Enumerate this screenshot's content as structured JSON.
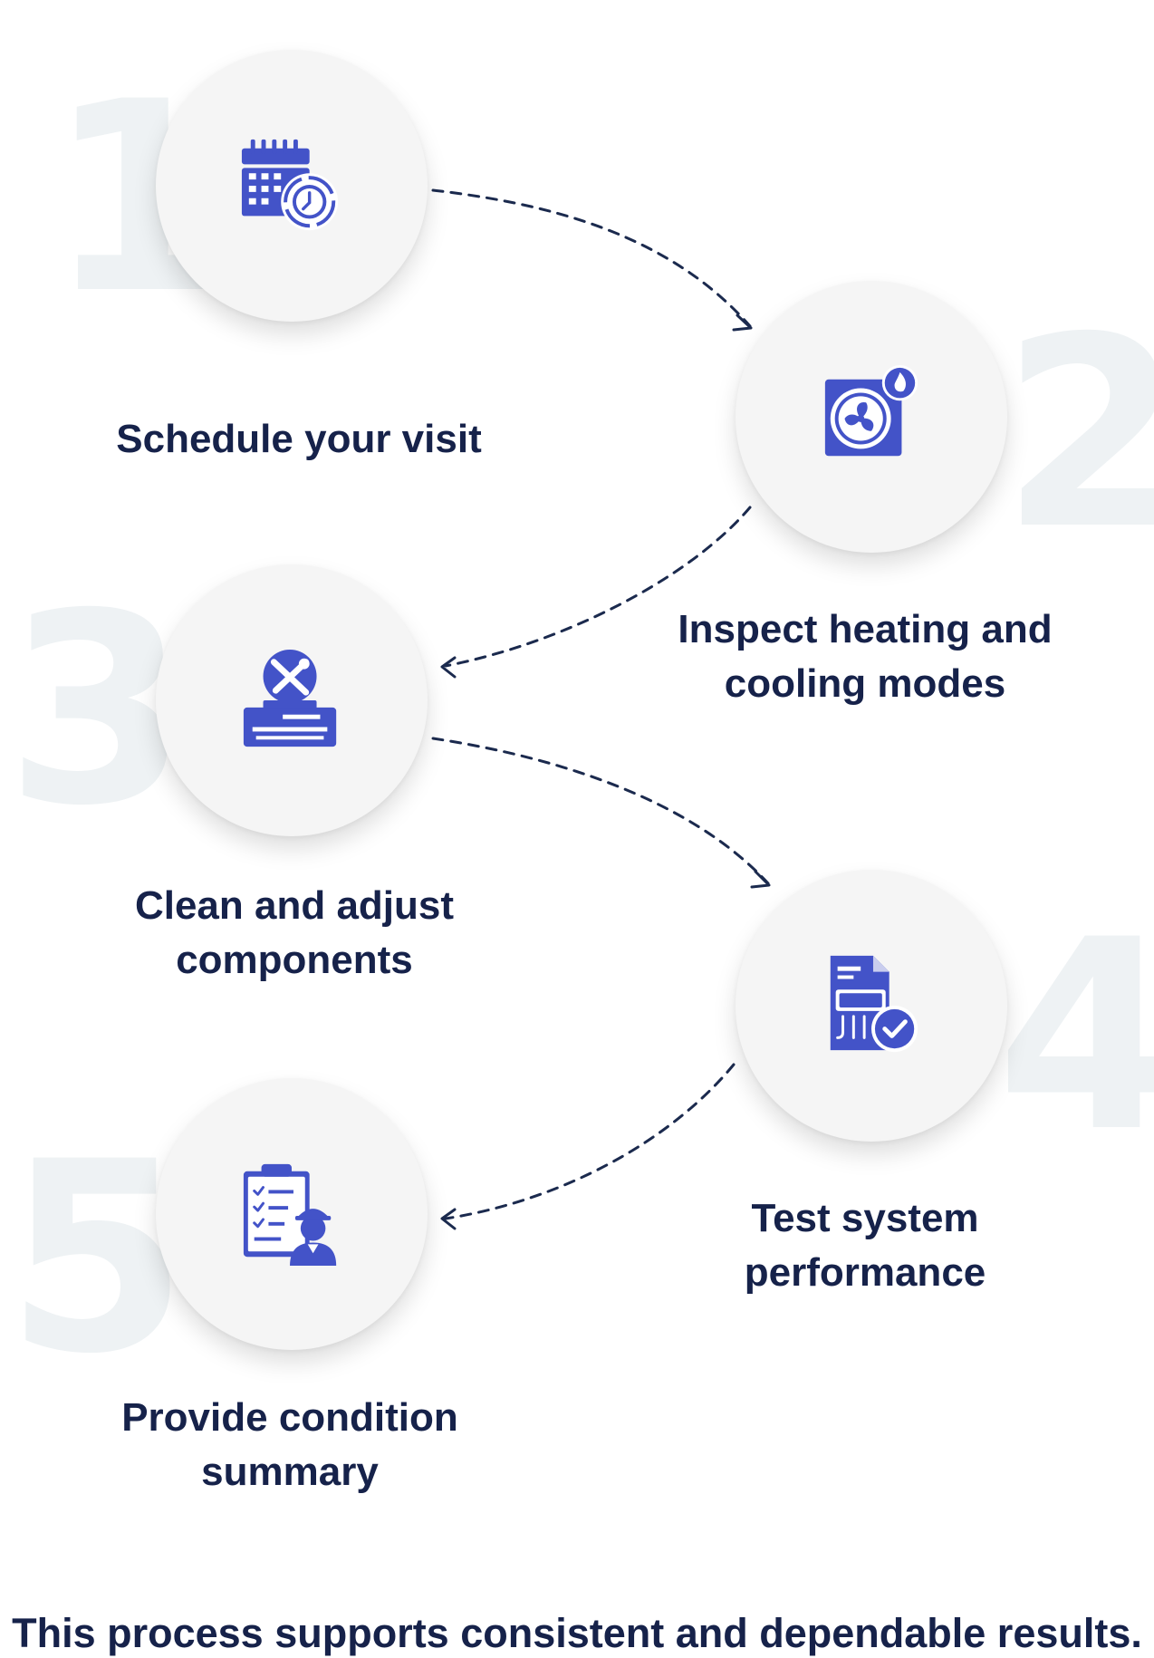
{
  "steps": [
    {
      "number": "1",
      "label": "Schedule your visit",
      "icon": "calendar-clock-icon"
    },
    {
      "number": "2",
      "label": "Inspect heating and cooling modes",
      "icon": "furnace-fan-flame-icon"
    },
    {
      "number": "3",
      "label": "Clean and adjust components",
      "icon": "ac-unit-tools-icon"
    },
    {
      "number": "4",
      "label": "Test system performance",
      "icon": "ac-document-check-icon"
    },
    {
      "number": "5",
      "label": "Provide condition summary",
      "icon": "clipboard-technician-icon"
    }
  ],
  "footer": "This process supports consistent and dependable results.",
  "colors": {
    "icon": "#4353c8",
    "text": "#16224a",
    "arrow": "#1b2a4e",
    "big_number": "#eef2f4",
    "circle": "#f5f5f5"
  }
}
